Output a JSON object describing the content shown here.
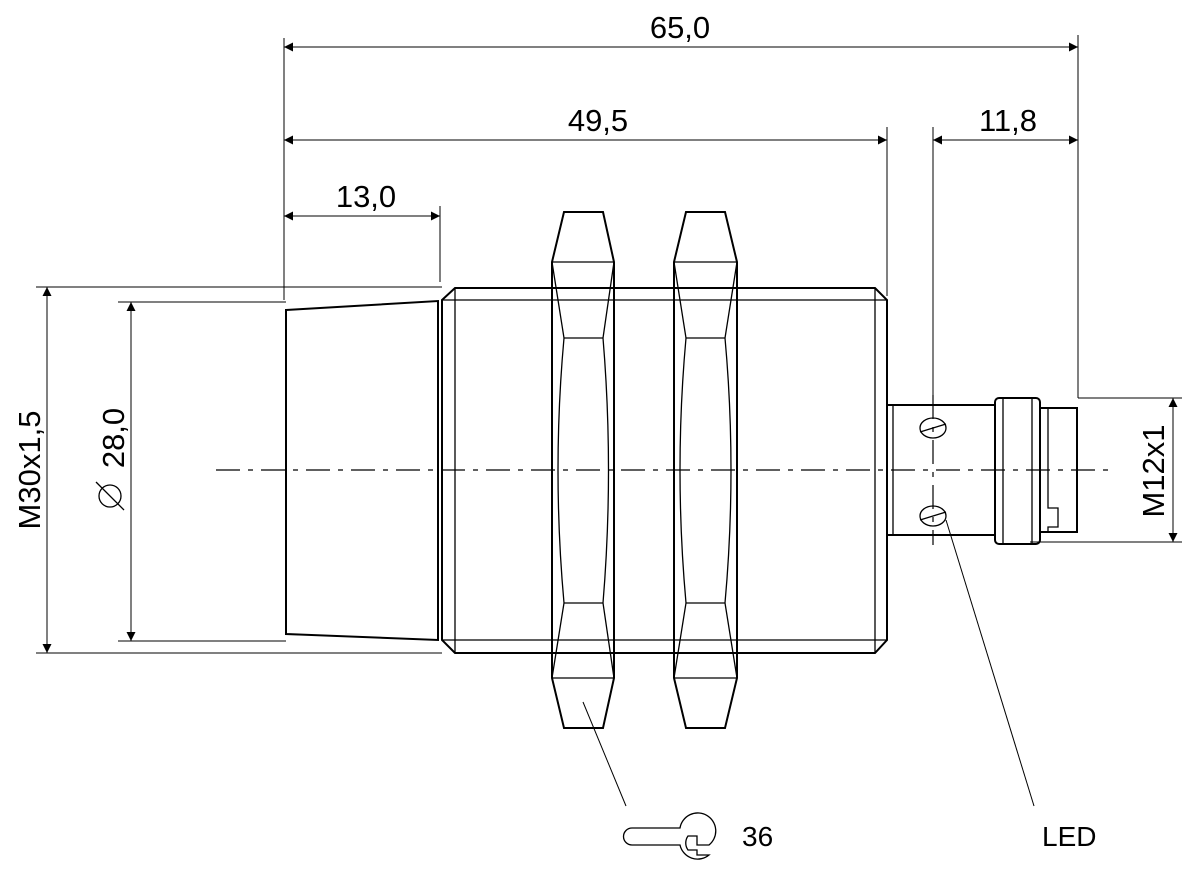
{
  "dimensions": {
    "total_length": "65,0",
    "body_length": "49,5",
    "connector_length": "11,8",
    "sensing_face_length": "13,0",
    "thread_main": "M30x1,5",
    "face_diameter": "28,0",
    "thread_connector": "M12x1"
  },
  "symbols": {
    "diameter": "diameter-symbol",
    "wrench": "wrench-icon"
  },
  "labels": {
    "wrench_size": "36",
    "led": "LED"
  },
  "colors": {
    "line": "#000000",
    "background": "#ffffff"
  }
}
